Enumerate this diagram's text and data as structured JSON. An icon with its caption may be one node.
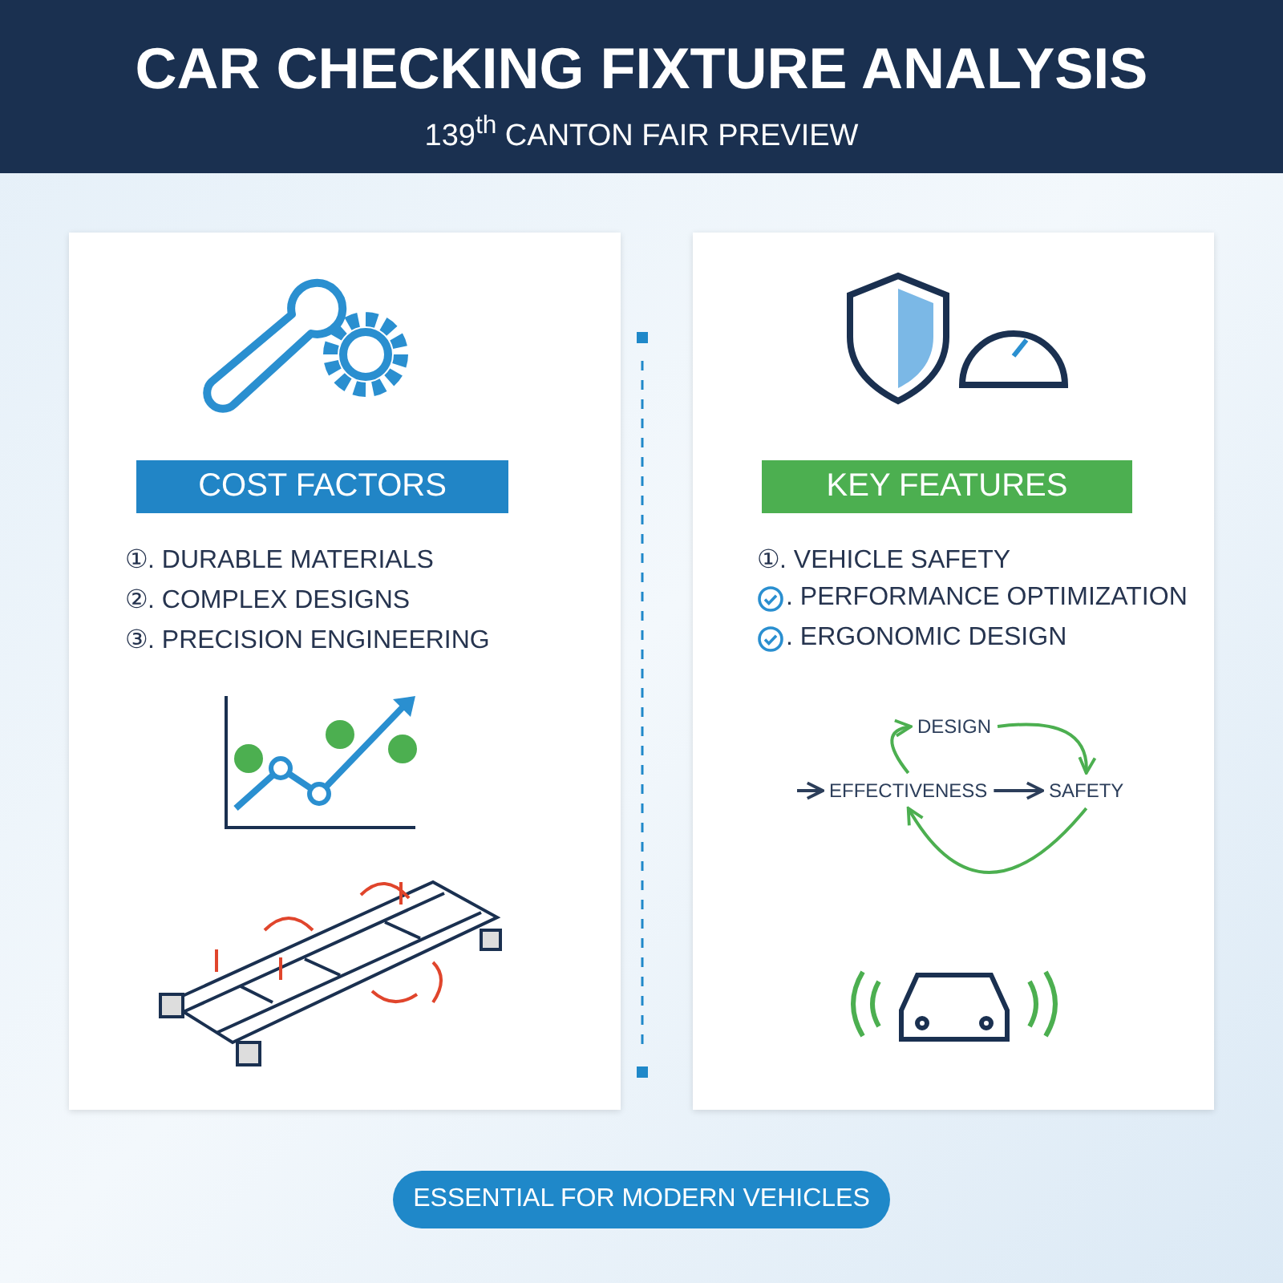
{
  "diagram": {
    "title": "CAR CHECKING FIXTURE ANALYSIS",
    "nodes": [
      {
        "text": [
          "①. DURABLE MATERIALS",
          "②. COMPLEX DESIGNS",
          "③. PRECISION ENGINEERING"
        ]
      },
      {
        "text": [
          "COST FACTORS"
        ],
        "in": 0
      },
      {
        "text": [
          "①. VEHICLE SAFETY",
          ". PERFORMANCE OPTIMIZATION",
          ". ERGONOMIC DESIGN"
        ]
      },
      {
        "text": [
          "KEY FEATURES"
        ],
        "in": 2
      },
      {
        "text": [
          "DESIGN"
        ],
        "in": 2
      },
      {
        "text": [
          "EFFECTIVENESS"
        ],
        "in": 2
      },
      {
        "text": [
          "SAFETY"
        ],
        "in": 2
      },
      {
        "text": [
          "ESSENTIAL FOR MODERN VEHICLES"
        ]
      }
    ],
    "edges": [
      {
        "from": 4,
        "to": 6,
        "arrow": "to"
      },
      {
        "from": 6,
        "to": 5,
        "arrow": "to"
      },
      {
        "from": 5,
        "to": 4,
        "arrow": "to"
      },
      {
        "from": null,
        "to": 5,
        "arrow": "to",
        "color": "#2c3e5a"
      },
      {
        "from": 5,
        "to": 6,
        "arrow": "to",
        "color": "#2c3e5a"
      }
    ],
    "labels": [
      "139$^{th}$ CANTON FAIR PREVIEW"
    ]
  }
}
